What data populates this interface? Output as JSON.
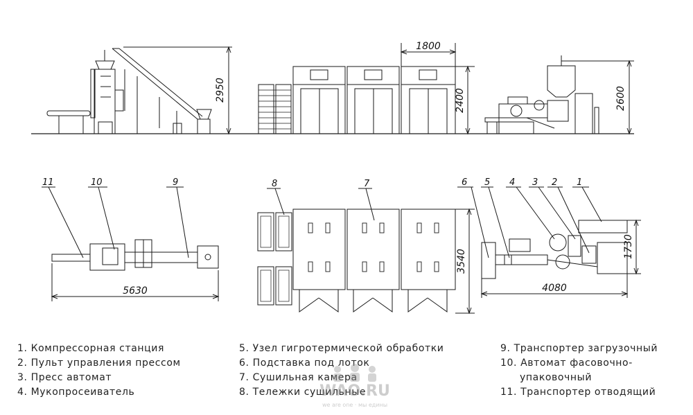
{
  "dimensions": {
    "top_height_left": "2950",
    "top_width_chambers": "1800",
    "top_height_chambers": "2400",
    "top_height_right": "2600",
    "plan_length_left": "5630",
    "plan_depth_chambers": "3540",
    "plan_depth_right": "1730",
    "plan_length_right": "4080"
  },
  "callouts": {
    "n1": "1",
    "n2": "2",
    "n3": "3",
    "n4": "4",
    "n5": "5",
    "n6": "6",
    "n7": "7",
    "n8": "8",
    "n9": "9",
    "n10": "10",
    "n11": "11"
  },
  "legend": {
    "col1": [
      "1. Компрессорная станция",
      "2. Пульт управления прессом",
      "3. Пресс автомат",
      "4. Мукопросеиватель"
    ],
    "col2": [
      "5. Узел гигротермической обработки",
      "6. Подставка под лоток",
      "7. Сушильная камера",
      "8. Тележки сушильные"
    ],
    "col3": [
      "9. Транспортер загрузочный",
      "10. Автомат фасовочно-",
      "упаковочный",
      "11. Транспортер отводящий"
    ]
  },
  "watermark": {
    "text": "WAO.RU",
    "slogan": "we are one · мы едины"
  }
}
